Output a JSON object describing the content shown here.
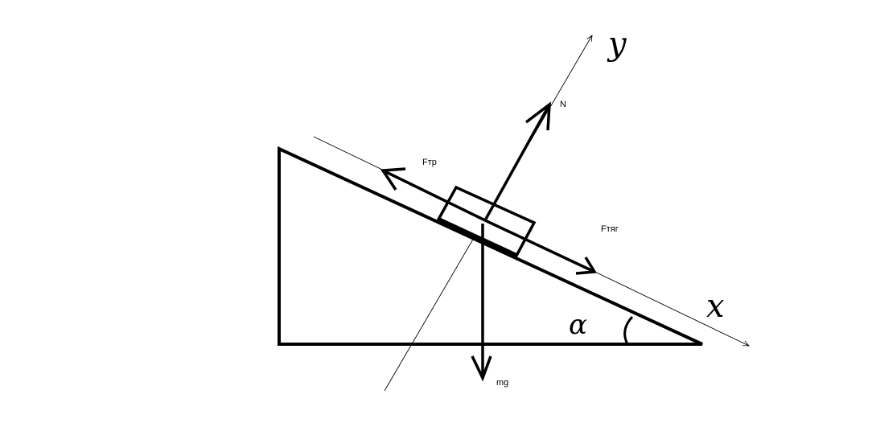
{
  "diagram": {
    "labels": {
      "normal": "N",
      "friction": "Fтр",
      "traction": "Fтяг",
      "gravity": "mg",
      "axis_x": "x",
      "axis_y": "y",
      "angle": "α"
    },
    "colors": {
      "ink": "#000000",
      "background": "#ffffff"
    }
  }
}
